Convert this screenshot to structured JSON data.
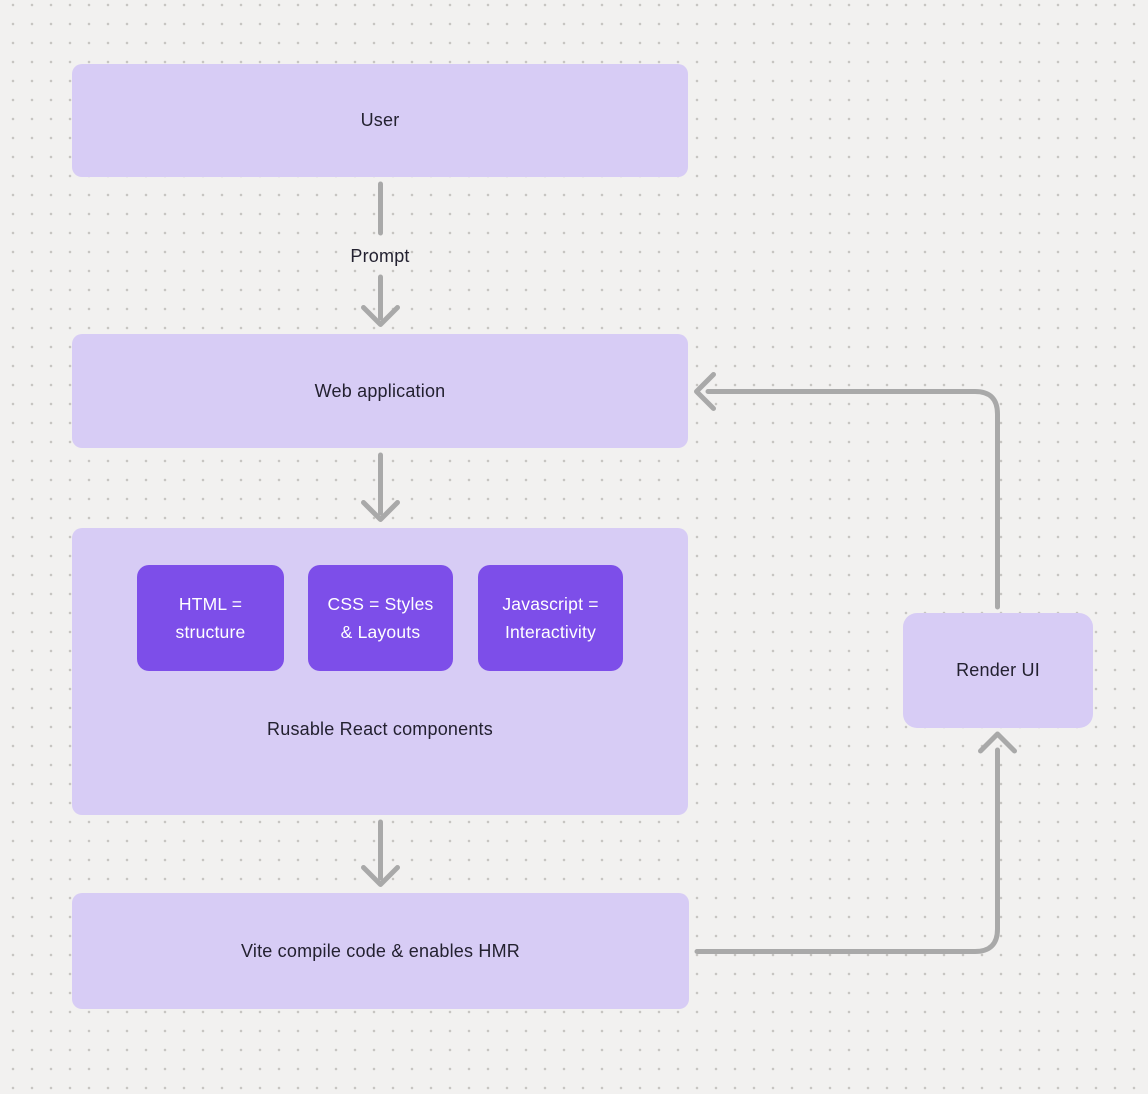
{
  "diagram": {
    "nodes": {
      "user": {
        "label": "User"
      },
      "web_application": {
        "label": "Web application"
      },
      "components_group": {
        "caption": "Rusable React components",
        "items": [
          {
            "line1": "HTML =",
            "line2": "structure"
          },
          {
            "line1": "CSS = Styles",
            "line2": "& Layouts"
          },
          {
            "line1": "Javascript =",
            "line2": "Interactivity"
          }
        ]
      },
      "vite": {
        "label": "Vite compile code & enables HMR"
      },
      "render_ui": {
        "label": "Render UI"
      }
    },
    "edges": {
      "user_to_webapp_label": "Prompt"
    },
    "colors": {
      "node_fill": "#d7ccf5",
      "component_fill": "#7d4ee9",
      "arrow": "#a9a9a9",
      "background": "#f2f1f0",
      "dot_grid": "#c7c5c2",
      "text_dark": "#232130",
      "text_light": "#ffffff"
    }
  }
}
